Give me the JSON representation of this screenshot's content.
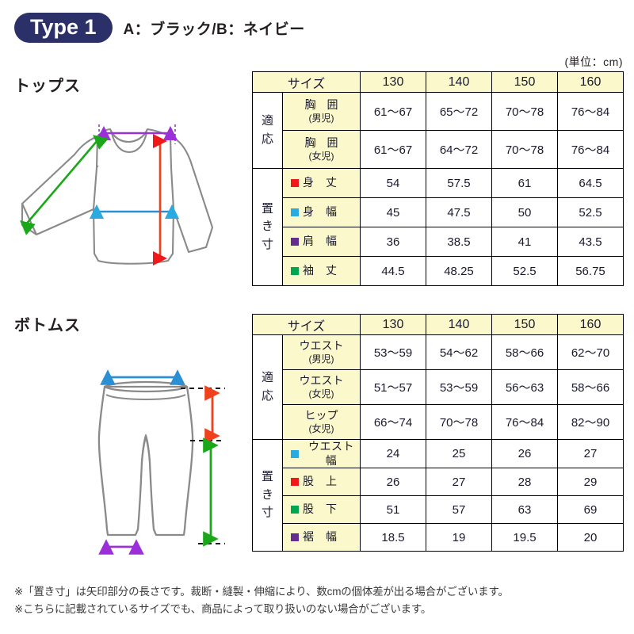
{
  "header": {
    "badge": "Type 1",
    "color_note": "A：ブラック/B：ネイビー"
  },
  "unit_note": "(単位：cm)",
  "sections": {
    "tops": {
      "title": "トップス"
    },
    "bottoms": {
      "title": "ボトムス"
    }
  },
  "colors": {
    "badge": "#2b3068",
    "header_fill": "#fbf8cc",
    "red": "#f01818",
    "blue": "#29abe2",
    "purple": "#662d91",
    "green": "#00a651",
    "outline": "#808080"
  },
  "tops_table": {
    "size_header": "サイズ",
    "sizes": [
      "130",
      "140",
      "150",
      "160"
    ],
    "groups": [
      {
        "name": "適応",
        "name_chars": [
          "適",
          "応"
        ],
        "rows": [
          {
            "label": "胸　囲",
            "sub": "(男児)",
            "swatch": null,
            "values": [
              "61〜67",
              "65〜72",
              "70〜78",
              "76〜84"
            ]
          },
          {
            "label": "胸　囲",
            "sub": "(女児)",
            "swatch": null,
            "values": [
              "61〜67",
              "64〜72",
              "70〜78",
              "76〜84"
            ]
          }
        ]
      },
      {
        "name": "置き寸",
        "name_chars": [
          "置",
          "き",
          "寸"
        ],
        "rows": [
          {
            "label": "身　丈",
            "sub": null,
            "swatch": "red",
            "swatch_name": "red-swatch-icon",
            "values": [
              "54",
              "57.5",
              "61",
              "64.5"
            ]
          },
          {
            "label": "身　幅",
            "sub": null,
            "swatch": "blue",
            "swatch_name": "blue-swatch-icon",
            "values": [
              "45",
              "47.5",
              "50",
              "52.5"
            ]
          },
          {
            "label": "肩　幅",
            "sub": null,
            "swatch": "purple",
            "swatch_name": "purple-swatch-icon",
            "values": [
              "36",
              "38.5",
              "41",
              "43.5"
            ]
          },
          {
            "label": "袖　丈",
            "sub": null,
            "swatch": "green",
            "swatch_name": "green-swatch-icon",
            "values": [
              "44.5",
              "48.25",
              "52.5",
              "56.75"
            ]
          }
        ]
      }
    ]
  },
  "bottoms_table": {
    "size_header": "サイズ",
    "sizes": [
      "130",
      "140",
      "150",
      "160"
    ],
    "groups": [
      {
        "name": "適応",
        "name_chars": [
          "適",
          "応"
        ],
        "rows": [
          {
            "label": "ウエスト",
            "sub": "(男児)",
            "swatch": null,
            "values": [
              "53〜59",
              "54〜62",
              "58〜66",
              "62〜70"
            ]
          },
          {
            "label": "ウエスト",
            "sub": "(女児)",
            "swatch": null,
            "values": [
              "51〜57",
              "53〜59",
              "56〜63",
              "58〜66"
            ]
          },
          {
            "label": "ヒップ",
            "sub": "(女児)",
            "swatch": null,
            "values": [
              "66〜74",
              "70〜78",
              "76〜84",
              "82〜90"
            ]
          }
        ]
      },
      {
        "name": "置き寸",
        "name_chars": [
          "置",
          "き",
          "寸"
        ],
        "rows": [
          {
            "label": "ウエスト幅",
            "sub": null,
            "swatch": "blue",
            "swatch_name": "blue-swatch-icon",
            "values": [
              "24",
              "25",
              "26",
              "27"
            ]
          },
          {
            "label": "股　上",
            "sub": null,
            "swatch": "red",
            "swatch_name": "red-swatch-icon",
            "values": [
              "26",
              "27",
              "28",
              "29"
            ]
          },
          {
            "label": "股　下",
            "sub": null,
            "swatch": "green",
            "swatch_name": "green-swatch-icon",
            "values": [
              "51",
              "57",
              "63",
              "69"
            ]
          },
          {
            "label": "裾　幅",
            "sub": null,
            "swatch": "purple",
            "swatch_name": "purple-swatch-icon",
            "values": [
              "18.5",
              "19",
              "19.5",
              "20"
            ]
          }
        ]
      }
    ]
  },
  "footer": {
    "line1": "※「置き寸」は矢印部分の長さです。裁断・縫製・伸縮により、数cmの個体差が出る場合がございます。",
    "line2": "※こちらに記載されているサイズでも、商品によって取り扱いのない場合がございます。"
  }
}
